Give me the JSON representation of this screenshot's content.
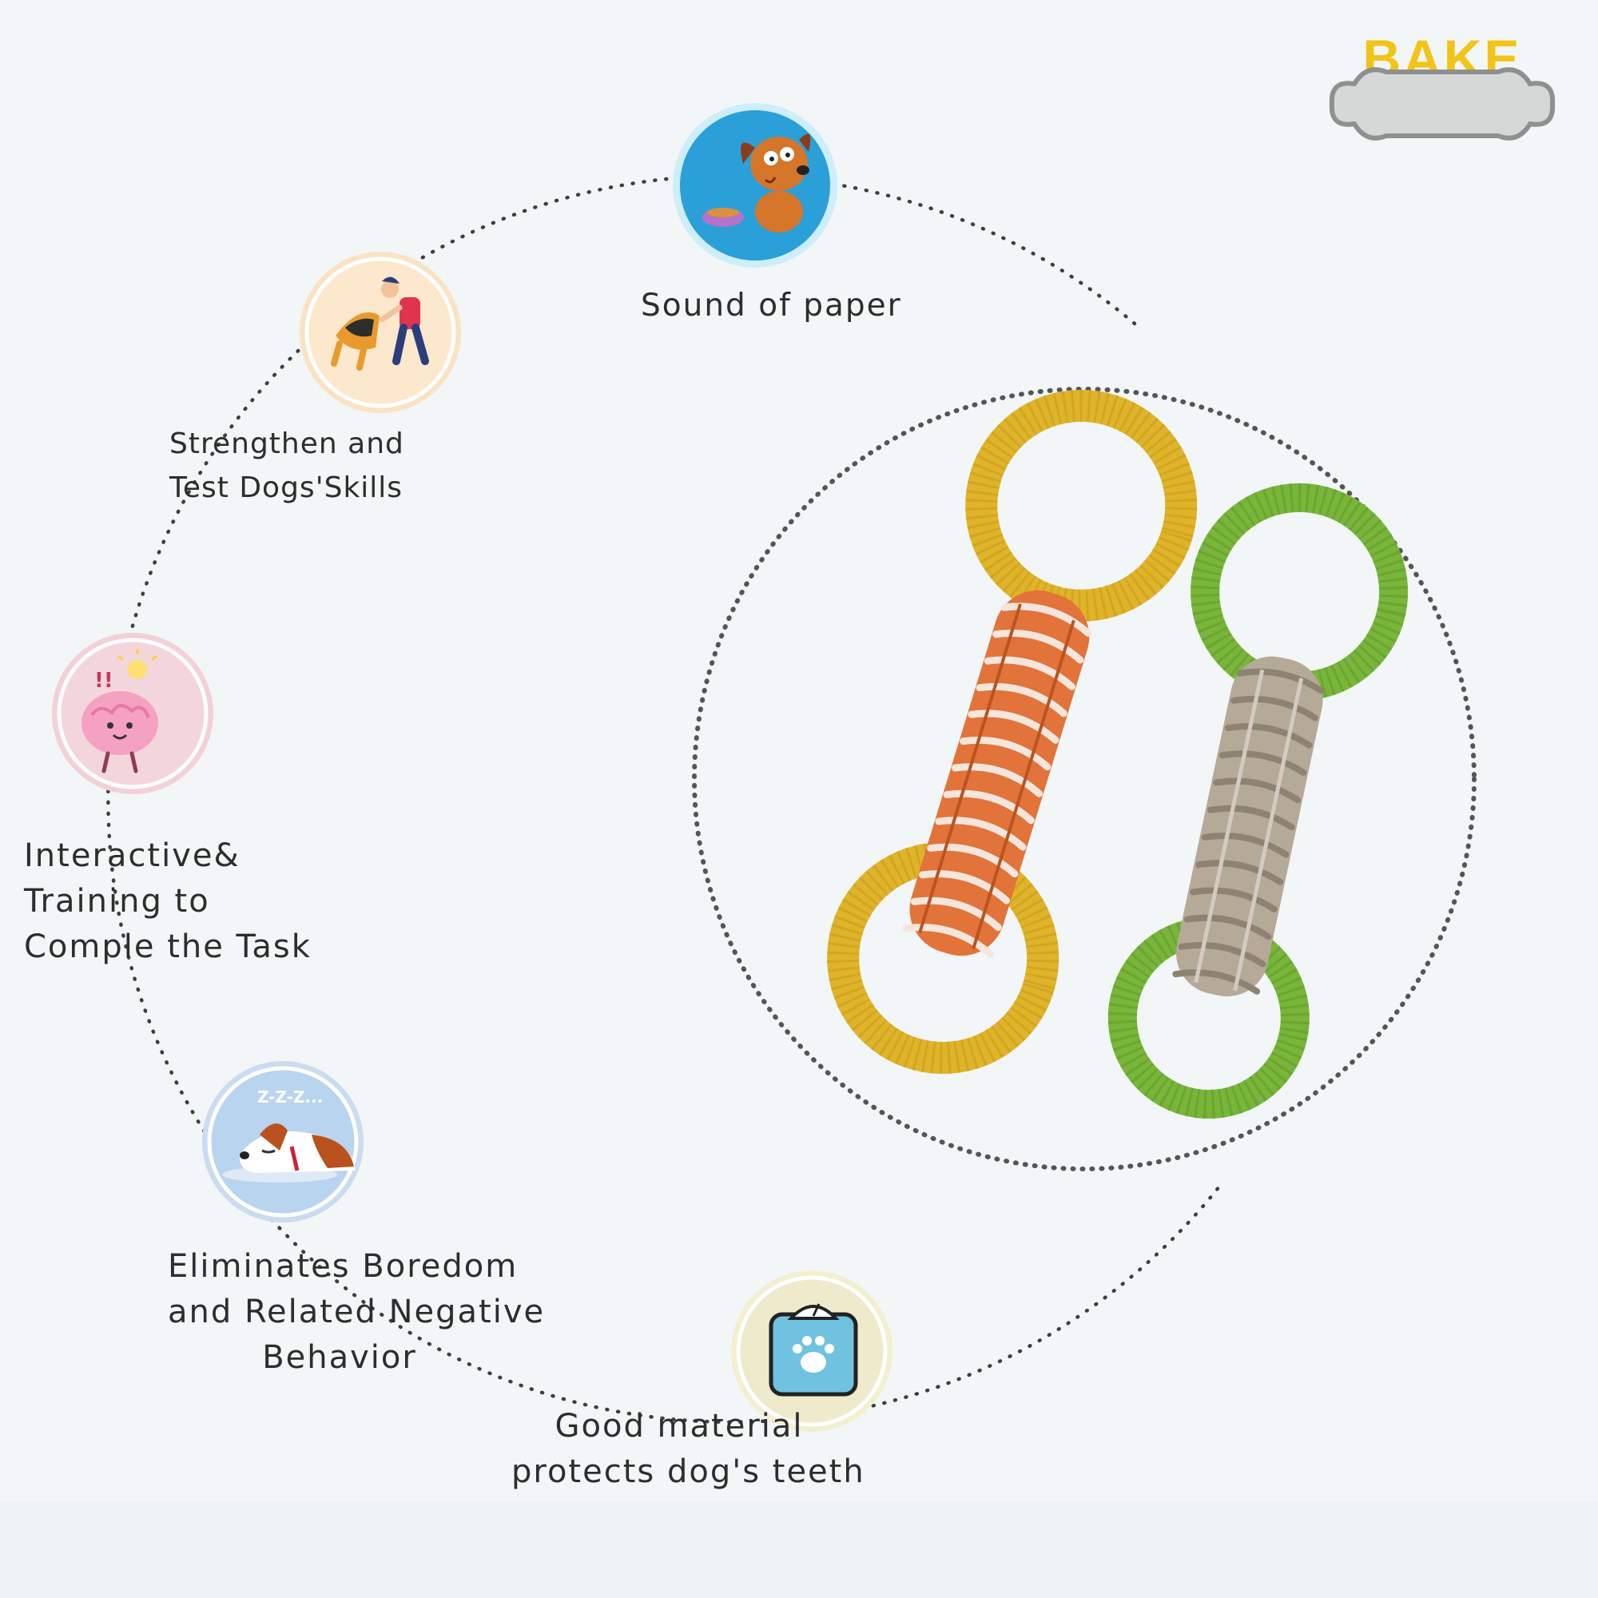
{
  "brand": {
    "logo_text": "BAKE"
  },
  "features": [
    {
      "lines": [
        "Sound of paper"
      ],
      "icon": "puppy-food-bowl-icon"
    },
    {
      "lines": [
        "Strengthen and",
        "Test Dogs'Skills"
      ],
      "icon": "dog-training-icon"
    },
    {
      "lines": [
        "Interactive&",
        "Training to",
        "Comple the Task"
      ],
      "icon": "brain-idea-icon"
    },
    {
      "lines": [
        "Eliminates Boredom",
        "and Related Negative",
        "Behavior"
      ],
      "icon": "sleeping-dog-icon"
    },
    {
      "lines": [
        "Good material",
        "protects dog's teeth"
      ],
      "icon": "paw-scale-icon"
    }
  ],
  "colors": {
    "yellow_ring": "#e0b42a",
    "green_ring": "#79b53a",
    "orange_rope": "#e2733a",
    "beige_rope": "#b5a998",
    "dotted_line": "#4a4a4a"
  }
}
